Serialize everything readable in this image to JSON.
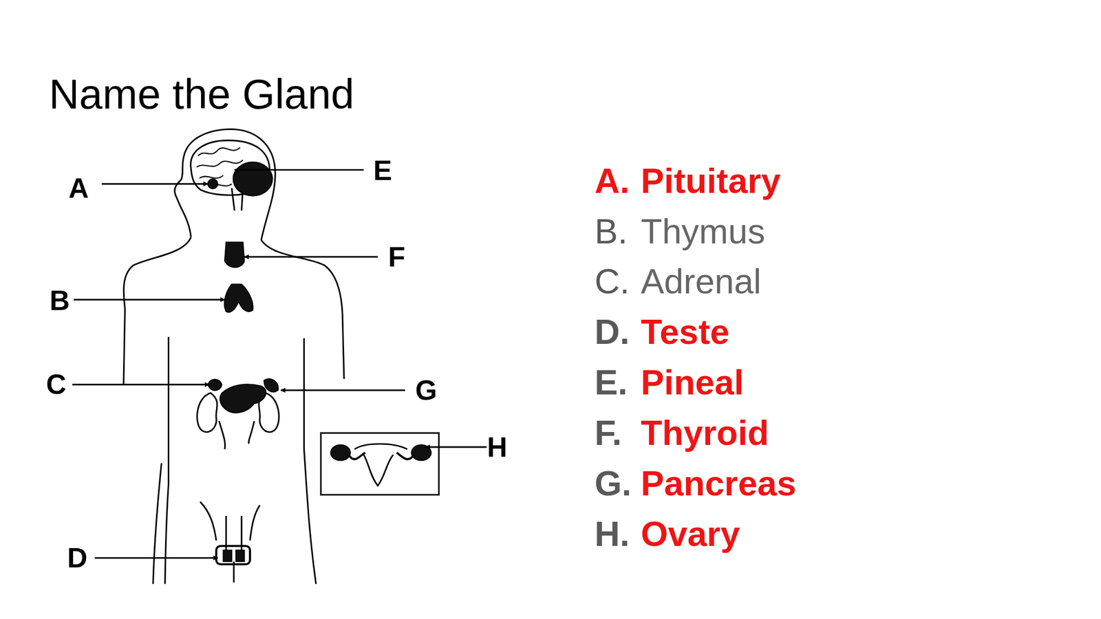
{
  "diagram": {
    "title": "Name the Gland",
    "labels": [
      "A",
      "E",
      "F",
      "B",
      "C",
      "G",
      "H",
      "D",
      "A.",
      "Pituitary",
      "B.",
      "Thymus",
      "C.",
      "Adrenal",
      "D.",
      "Teste",
      "E.",
      "Pineal",
      "F.",
      "Thyroid",
      "G.",
      "Pancreas",
      "H.",
      "Ovary"
    ]
  }
}
